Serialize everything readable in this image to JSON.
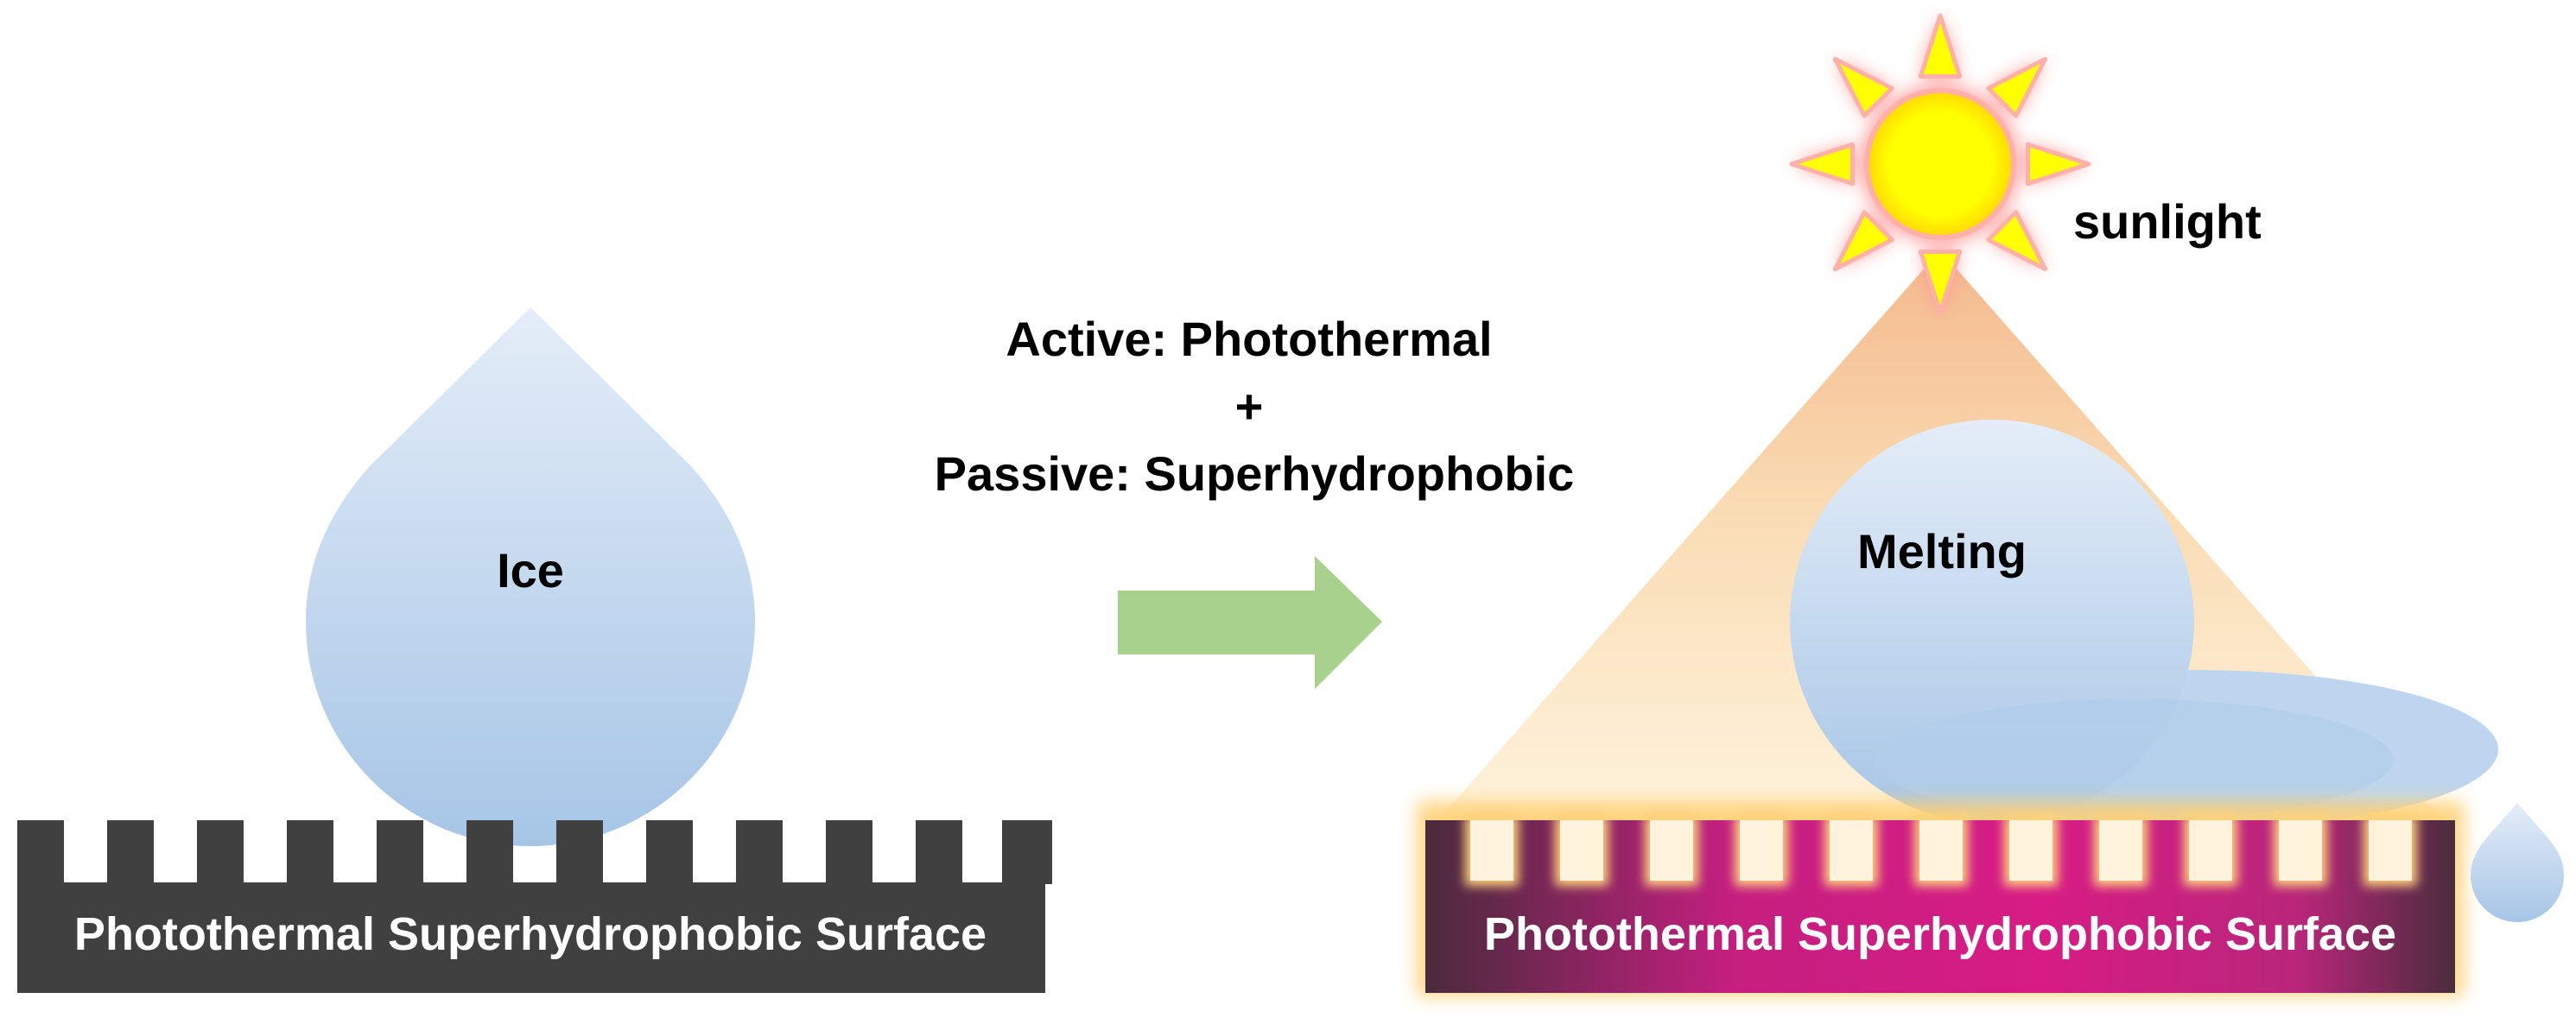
{
  "left_panel": {
    "ice_label": "Ice",
    "surface_label": "Photothermal Superhydrophobic Surface"
  },
  "middle": {
    "line1": "Active: Photothermal",
    "line2": "+",
    "line3": "Passive: Superhydrophobic"
  },
  "right_panel": {
    "sun_label": "sunlight",
    "melting_label": "Melting",
    "surface_label": "Photothermal Superhydrophobic Surface"
  },
  "colors": {
    "ice_light": "#e2ecf8",
    "ice_dark": "#a7c6e7",
    "surface_dark": "#404040",
    "arrow_green": "#a9d18e",
    "sun_yellow": "#ffff00",
    "sun_glow": "#ff9a9a",
    "light_beam_top": "#f6c29a",
    "light_beam_bottom": "#fdf3dc",
    "hot_surface_magenta": "#d81b84",
    "hot_surface_glow": "#ffd27a"
  },
  "icons": [
    "ice-drop",
    "right-arrow",
    "sun",
    "melting-drop",
    "water-drip"
  ]
}
